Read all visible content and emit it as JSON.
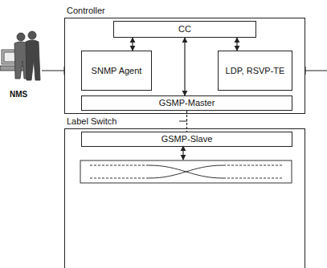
{
  "diagram": {
    "nodes": [
      {
        "text": [
          "Controller"
        ]
      },
      {
        "text": [
          "CC"
        ],
        "in": 0
      },
      {
        "text": [
          "SNMP Agent"
        ],
        "in": 0
      },
      {
        "text": [
          "LDP, RSVP-TE"
        ],
        "in": 0
      },
      {
        "text": [
          "GSMP-Master"
        ],
        "in": 0
      },
      {
        "text": [
          "Label Switch"
        ]
      },
      {
        "text": [
          "GSMP-Slave"
        ],
        "in": 5
      }
    ],
    "edges": [
      {
        "from": 1,
        "to": 2,
        "arrow": "both"
      },
      {
        "from": 1,
        "to": 3,
        "arrow": "both"
      },
      {
        "from": 1,
        "to": 4,
        "arrow": "both"
      },
      {
        "from": 4,
        "to": 6,
        "arrow": "none"
      }
    ],
    "labels": [
      "NMS"
    ]
  }
}
